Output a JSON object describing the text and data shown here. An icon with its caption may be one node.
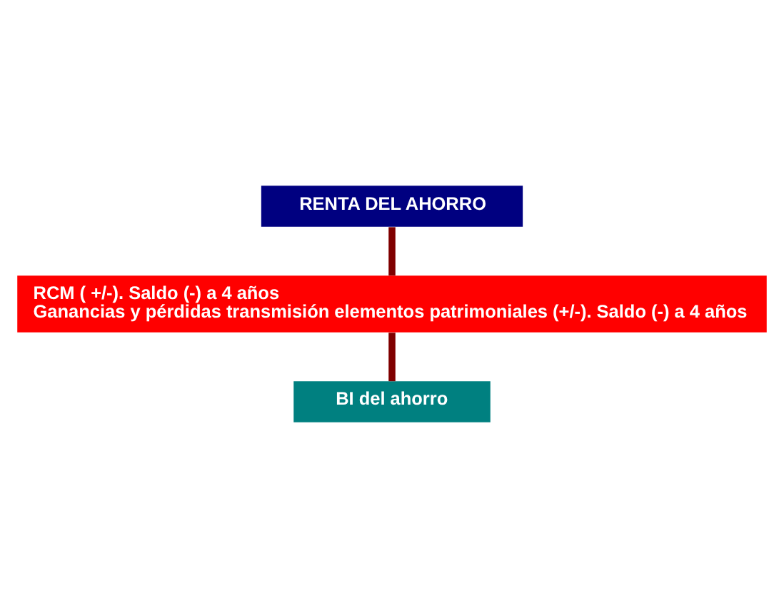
{
  "diagram": {
    "nodes": [
      {
        "text": [
          "RENTA DEL AHORRO"
        ]
      },
      {
        "text": [
          "RCM ( +/-). Saldo (-) a 4 años",
          "Ganancias y pérdidas transmisión elementos patrimoniales (+/-). Saldo (-) a 4 años"
        ]
      },
      {
        "text": [
          "BI del ahorro"
        ]
      }
    ],
    "edges": [
      {
        "from": 0,
        "to": 1,
        "arrow": "none"
      },
      {
        "from": 1,
        "to": 2,
        "arrow": "none"
      }
    ]
  }
}
